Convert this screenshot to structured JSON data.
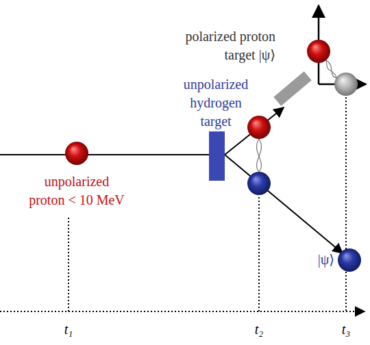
{
  "diagram": {
    "labels": [
      "polarized proton target |ψ⟩",
      "unpolarized hydrogen target",
      "unpolarized proton < 10 MeV",
      "|ψ⟩",
      "t₁",
      "t₂",
      "t₃"
    ]
  }
}
